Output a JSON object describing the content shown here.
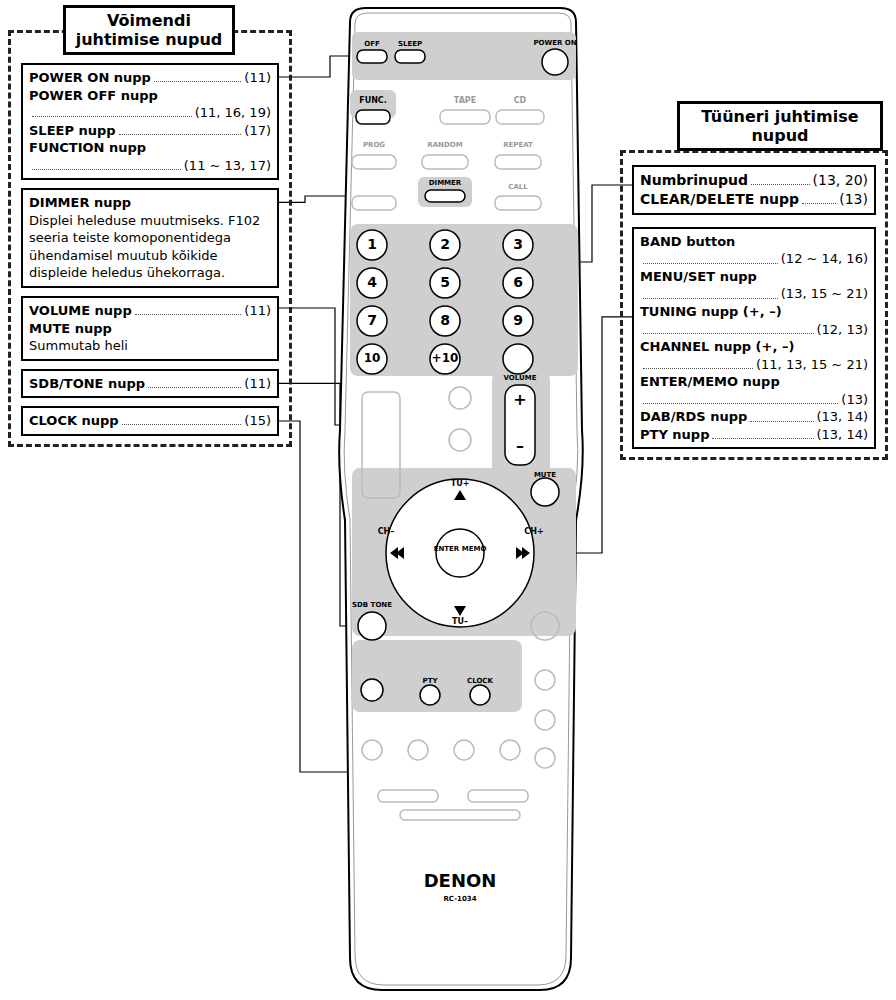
{
  "diagram": {
    "nodes": [
      {
        "text": [
          "Võimendi juhtimise nupud"
        ]
      },
      {
        "text": [
          "POWER ON nupp",
          "(11)",
          "POWER OFF nupp",
          "(11, 16, 19)",
          "SLEEP nupp",
          "(17)",
          "FUNCTION nupp",
          "(11 ~ 13, 17)"
        ],
        "in": 0
      },
      {
        "text": [
          "DIMMER nupp",
          "Displei heleduse muutmiseks. F102 seeria teiste komoponentidega ühendamisel muutub kõikide displeide heledus ühekorraga."
        ],
        "in": 0
      },
      {
        "text": [
          "VOLUME nupp",
          "(11)",
          "MUTE nupp",
          "Summutab heli"
        ],
        "in": 0
      },
      {
        "text": [
          "SDB/TONE nupp",
          "(11)"
        ],
        "in": 0
      },
      {
        "text": [
          "CLOCK nupp",
          "(15)"
        ],
        "in": 0
      },
      {
        "text": [
          "Tüüneri juhtimise nupud"
        ]
      },
      {
        "text": [
          "Numbrinupud",
          "(13, 20)",
          "CLEAR/DELETE nupp",
          "(13)"
        ],
        "in": 6
      },
      {
        "text": [
          "BAND button",
          "(12 ~ 14, 16)",
          "MENU/SET nupp",
          "(13, 15 ~ 21)",
          "TUNING nupp (+, –)",
          "(12, 13)",
          "CHANNEL nupp (+, –)",
          "(11, 13, 15 ~ 21)",
          "ENTER/MEMO nupp",
          "(13)",
          "DAB/RDS nupp",
          "(13, 14)",
          "PTY nupp",
          "(13, 14)"
        ],
        "in": 6
      }
    ],
    "labels": [
      "OFF",
      "SLEEP",
      "POWER ON",
      "FUNC.",
      "TAPE",
      "CD",
      "PROG",
      "RANDOM",
      "REPEAT",
      "DIMMER",
      "CALL",
      "1",
      "2",
      "3",
      "4",
      "5",
      "6",
      "7",
      "8",
      "9",
      "10",
      "+10",
      "VOLUME",
      "+",
      "–",
      "MUTE",
      "TU+",
      "CH–",
      "CH+",
      "ENTER MEMO",
      "TU–",
      "SDB TONE",
      "PTY",
      "CLOCK",
      "DENON",
      "RC-1034"
    ]
  }
}
